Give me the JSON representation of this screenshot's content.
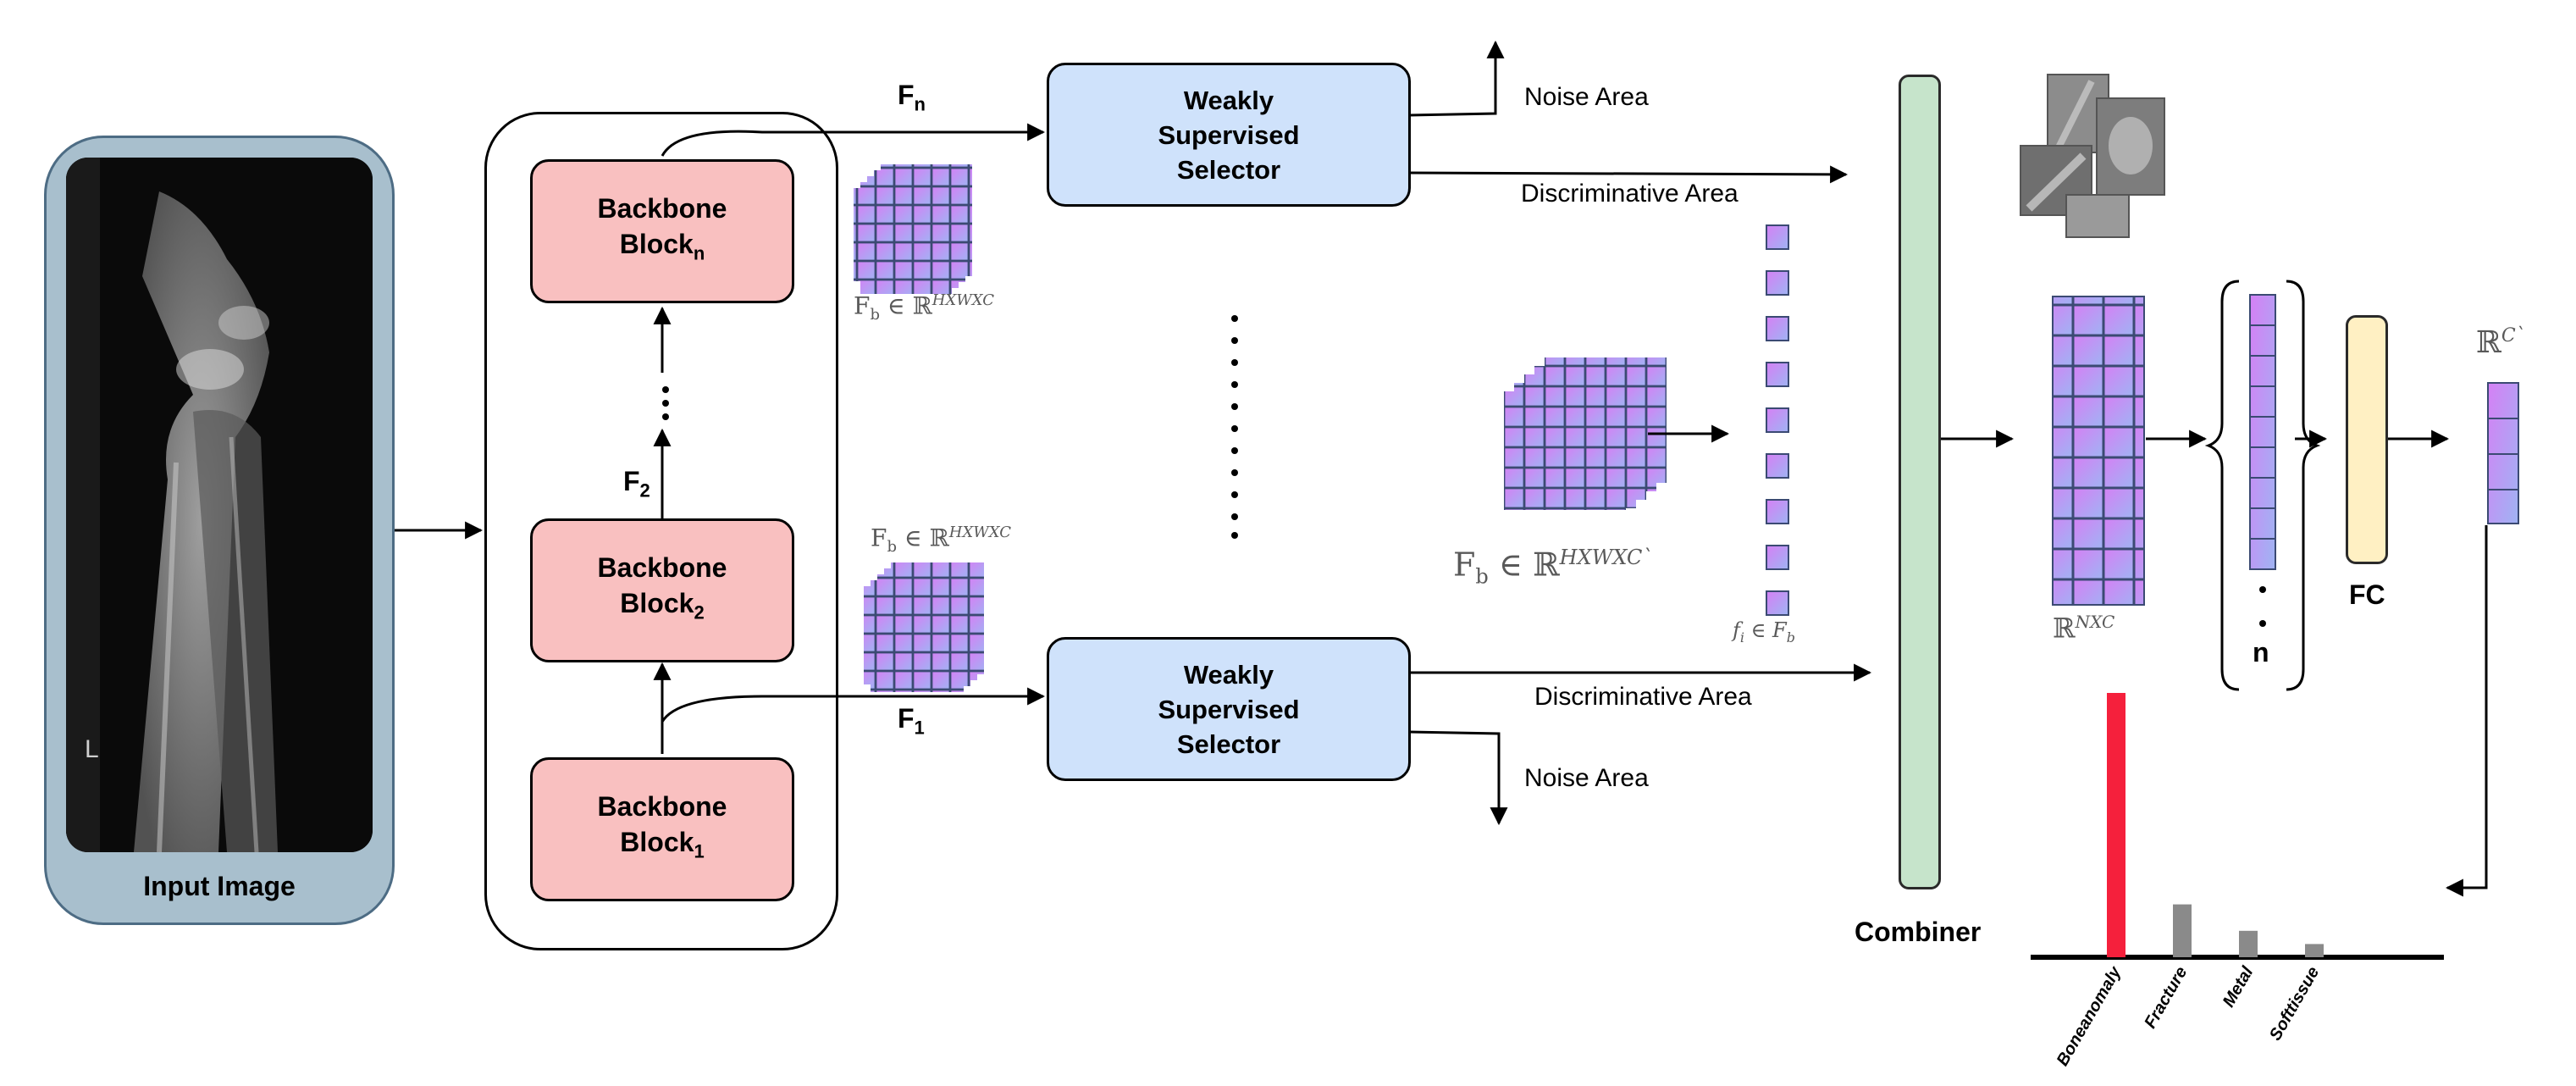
{
  "input": {
    "label": "Input Image",
    "xray_marker": "L"
  },
  "backbone_blocks": [
    {
      "title": "Backbone",
      "block": "Block",
      "sub": "n"
    },
    {
      "title": "Backbone",
      "block": "Block",
      "sub": "2"
    },
    {
      "title": "Backbone",
      "block": "Block",
      "sub": "1"
    }
  ],
  "selectors": [
    {
      "line1": "Weakly",
      "line2": "Supervised",
      "line3": "Selector"
    },
    {
      "line1": "Weakly",
      "line2": "Supervised",
      "line3": "Selector"
    }
  ],
  "features": {
    "fn": {
      "main": "F",
      "sub": "n"
    },
    "f2": {
      "main": "F",
      "sub": "2"
    },
    "f1": {
      "main": "F",
      "sub": "1"
    }
  },
  "areas": {
    "noise_top": "Noise Area",
    "disc_top": "Discriminative Area",
    "disc_bottom": "Discriminative Area",
    "noise_bottom": "Noise Area"
  },
  "math": {
    "fb_base": "F",
    "fb_sub": "b",
    "elem": "∈",
    "bbR": "ℝ",
    "hwc": "HXWXC",
    "hwc_prime": "HXWXC`",
    "fi_f": "f",
    "fi_i": "i",
    "fi_in": "∈ F",
    "fi_b": "b",
    "nxc": "NXC",
    "cprime": "C`"
  },
  "combiner_label": "Combiner",
  "fc_label": "FC",
  "n_label": "n",
  "colors": {
    "backbone_fill": "#f9c0c0",
    "selector_fill": "#cfe2fb",
    "combiner_fill": "#c6e4cb",
    "fc_fill": "#fff0c3",
    "input_frame": "#a8bfcd",
    "feature_gradient_start": "#d580f5",
    "feature_gradient_end": "#9fb4f3",
    "highlight_bar": "#f5203c",
    "minor_bar": "#8a8a8a"
  },
  "chart_data": {
    "type": "bar",
    "categories": [
      "Boneanomaly",
      "Fracture",
      "Metal",
      "Softtissue"
    ],
    "values": [
      1.0,
      0.2,
      0.1,
      0.05
    ],
    "ylim": [
      0,
      1
    ],
    "grid": false,
    "title": "",
    "xlabel": "",
    "ylabel": ""
  }
}
